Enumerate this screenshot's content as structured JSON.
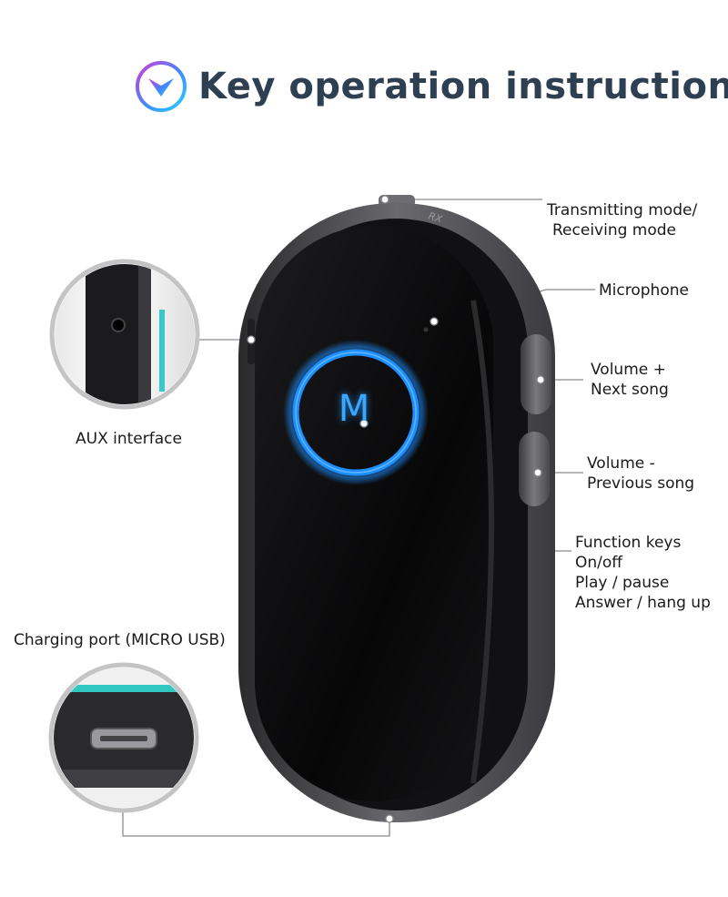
{
  "header": {
    "title": "Key operation instructions",
    "icon": "chevron-down-badge-icon",
    "icon_gradient": [
      "#d23ad8",
      "#3d8bff",
      "#2fd0ff"
    ]
  },
  "device": {
    "button_letter": "M",
    "top_marking": "RX",
    "ring_color": "#1e8fff",
    "body_color": "#0d0d0f",
    "frame_color": "#4a4a4e"
  },
  "callouts": {
    "mode": {
      "lines": [
        "Transmitting mode/",
        "Receiving mode"
      ]
    },
    "microphone": {
      "lines": [
        "Microphone"
      ]
    },
    "volume_up": {
      "lines": [
        "Volume +",
        "Next song"
      ]
    },
    "volume_down": {
      "lines": [
        "Volume -",
        "Previous song"
      ]
    },
    "function": {
      "lines": [
        "Function keys",
        "On/off",
        "Play / pause",
        "Answer / hang up"
      ]
    },
    "aux": {
      "lines": [
        "AUX interface"
      ]
    },
    "charging": {
      "lines": [
        "Charging port (MICRO USB)"
      ]
    }
  }
}
